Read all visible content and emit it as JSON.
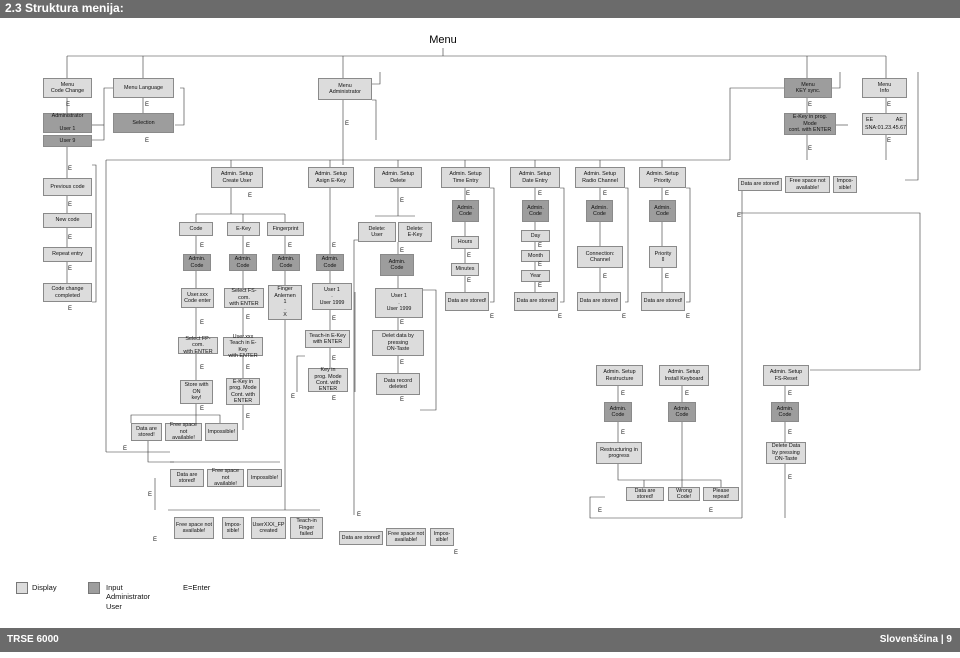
{
  "header": {
    "title": "2.3 Struktura menija:"
  },
  "menu_title": "Menu",
  "edge_label": "E",
  "top_boxes": {
    "code_change": "Menu\nCode Change",
    "language": "Menu Language",
    "administrator": "Menu\nAdministrator",
    "key_sync": "Menu\nKEY sync.",
    "info": "Menu\nInfo"
  },
  "row2": {
    "administrator_user": "Administrator\n\nUser 1",
    "user9": "User 9",
    "selection": "Selection",
    "ekey_prog": "E-Key in prog. Mode\ncont. with ENTER",
    "ee": "EE",
    "ae": "AE",
    "sna": "SNA:01.23.45.67"
  },
  "left_column": {
    "previous_code": "Previous code",
    "new_code": "New code",
    "repeat_entry": "Repeat entry",
    "code_change_completed": "Code change\ncompleted"
  },
  "admin_setups": {
    "create_user": "Admin. Setup\nCreate User",
    "assign_ekey": "Admin. Setup\nAsign E-Key",
    "delete": "Admin. Setup\nDelete",
    "time_entry": "Admin. Setup\nTime Entry",
    "date_entry": "Admin. Setup\nDate Entry",
    "radio_channel": "Admin. Setup\nRadio Channel",
    "priority": "Admin. Setup\nPriority"
  },
  "right_top": {
    "data_stored": "Data are stored!",
    "free_space": "Free space not\navailable!",
    "impossible": "Impos-\nsible!"
  },
  "create_user": {
    "code": "Code",
    "ekey": "E-Key",
    "fingerprint": "Fingerprint",
    "admin_code": "Admin.\nCode",
    "user_code_enter": "User.xxx\nCode enter",
    "select_fs": "Select FS-com.\nwith ENTER",
    "finger_anlernen": "Finger\nAnlernen\n1\n.\nX",
    "select_fp": "Select FP-com.\nwith ENTER",
    "user_teach": "User.xxx\nTeach in E-Key\nwith ENTER",
    "store_on": "Store with ON\nkey!",
    "ekey_prog_mode": "E-Key in\nprog. Mode\nCont. with\nENTER",
    "data_stored": "Data are\nstored!",
    "free_space": "Free space not\navailable!",
    "impossible": "Impossible!"
  },
  "assign": {
    "admin_code": "Admin.\nCode",
    "user_range": "User 1\n.\nUser 1999",
    "teach_ekey": "Teach-in E-Key\nwith ENTER",
    "key_prog": "Key in\nprog. Mode\nCont. with\nENTER"
  },
  "delete": {
    "delete_user": "Delete:\nUser",
    "delete_ekey": "Delete:\nE-Key",
    "admin_code": "Admin.\nCode",
    "user_range": "User 1\n.\nUser 1999",
    "delet_data": "Delet data by\npressing\nON-Taste",
    "data_record": "Data record\ndeleted"
  },
  "time": {
    "admin_code": "Admin.\nCode",
    "hours": "Hours",
    "minutes": "Minutes",
    "stored": "Data are stored!"
  },
  "date": {
    "admin_code": "Admin.\nCode",
    "day": "Day",
    "month": "Month",
    "year": "Year",
    "stored": "Data are stored!"
  },
  "radio": {
    "admin_code": "Admin.\nCode",
    "connection": "Connection:\nChannel",
    "stored": "Data are stored!"
  },
  "priority": {
    "admin_code": "Admin.\nCode",
    "priority": "Priority\n⇕",
    "stored": "Data are stored!"
  },
  "lower_setups": {
    "restructure": "Admin. Setup\nRestructure",
    "install_keyboard": "Admin. Setup\nInstall Keyboard",
    "fs_reset": "Admin. Setup\nFS-Reset",
    "admin_code_1": "Admin.\nCode",
    "admin_code_2": "Admin.\nCode",
    "admin_code_3": "Admin.\nCode",
    "restructuring": "Restructuring in\nprogress",
    "delete_data": "Delete Data\nby pressing\nON-Taste",
    "data_stored": "Data are stored!",
    "wrong_code": "Wrong Code!",
    "please_repeat": "Please repeat!"
  },
  "mid_row": {
    "data_stored": "Data are\nstored!",
    "free_space": "Free space not\navailable!",
    "impossible": "Impossible!"
  },
  "bottom_row": {
    "free_space": "Free space not\navailable!",
    "impossible": "Impos-\nsible!",
    "userxxx_fp": "UserXXX_FP\ncreated",
    "teach_in_failed": "Teach-in\nFinger failed",
    "data_stored": "Data are stored!",
    "free_space_2": "Free space not\navailable!",
    "impossible_2": "Impos-\nsible!"
  },
  "legend": {
    "display": "Display",
    "input": "Input\nAdministrator\nUser",
    "enter": "E=Enter"
  },
  "footer": {
    "left": "TRSE 6000",
    "right": "Slovenščina | 9"
  },
  "colors": {
    "header_bg": "#6b6b6b",
    "display_box": "#dcdcdc",
    "input_box": "#9d9d9d"
  }
}
